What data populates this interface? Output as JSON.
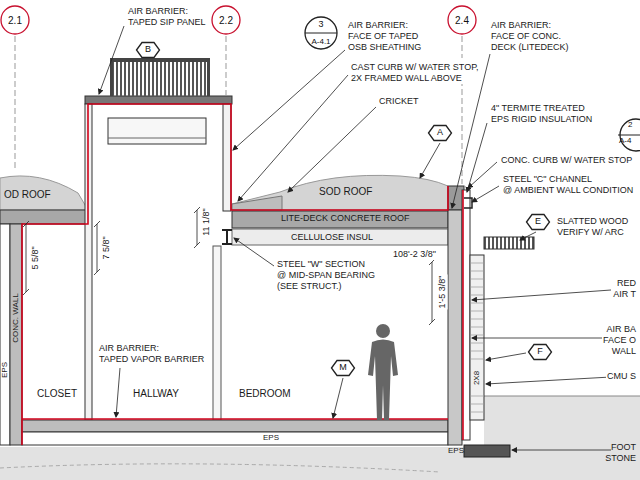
{
  "diagram": {
    "nodes": [
      {
        "text": [
          "2.1"
        ]
      },
      {
        "text": [
          "2.2"
        ]
      },
      {
        "text": [
          "3",
          "A-4.1"
        ]
      },
      {
        "text": [
          "2.4"
        ]
      },
      {
        "text": [
          "2",
          "A-4"
        ]
      },
      {
        "text": [
          "B"
        ]
      },
      {
        "text": [
          "A"
        ]
      },
      {
        "text": [
          "E"
        ]
      },
      {
        "text": [
          "M"
        ]
      },
      {
        "text": [
          "F"
        ]
      }
    ],
    "labels": [
      "AIR BARRIER:",
      "TAPED SIP PANEL",
      "AIR BARRIER:",
      "FACE OF TAPED",
      "OSB SHEATHING",
      "CAST CURB W/ WATER STOP,",
      "2X FRAMED WALL ABOVE",
      "CRICKET",
      "AIR BARRIER:",
      "FACE OF CONC.",
      "DECK (LITEDECK)",
      "4\" TERMITE TREATED",
      "EPS RIGID INSULATION",
      "CONC. CURB W/ WATER STOP",
      "STEEL \"C\" CHANNEL",
      "@ AMBIENT WALL CONDITION",
      "SLATTED WOOD",
      "VERIFY W/ ARC",
      "RED",
      "AIR T",
      "AIR BA",
      "FACE O",
      "WALL",
      "CMU S",
      "FOOT",
      "STONE",
      "OD ROOF",
      "SOD ROOF",
      "LITE-DECK CONCRETE ROOF",
      "CELLULOSE INSUL",
      "108'-2 3/8\"",
      "1'-5 3/8\"",
      "11 1/8\"",
      "7 5/8\"",
      "5 5/8\"",
      "CONC. WALL",
      "EPS",
      "CLOSET",
      "HALLWAY",
      "BEDROOM",
      "AIR BARRIER:",
      "TAPED VAPOR BARRIER",
      "STEEL \"W\" SECTION",
      "@ MID-SPAN BEARING",
      "(SEE STRUCT.)",
      "EPS",
      "EPS",
      "2X8"
    ]
  }
}
